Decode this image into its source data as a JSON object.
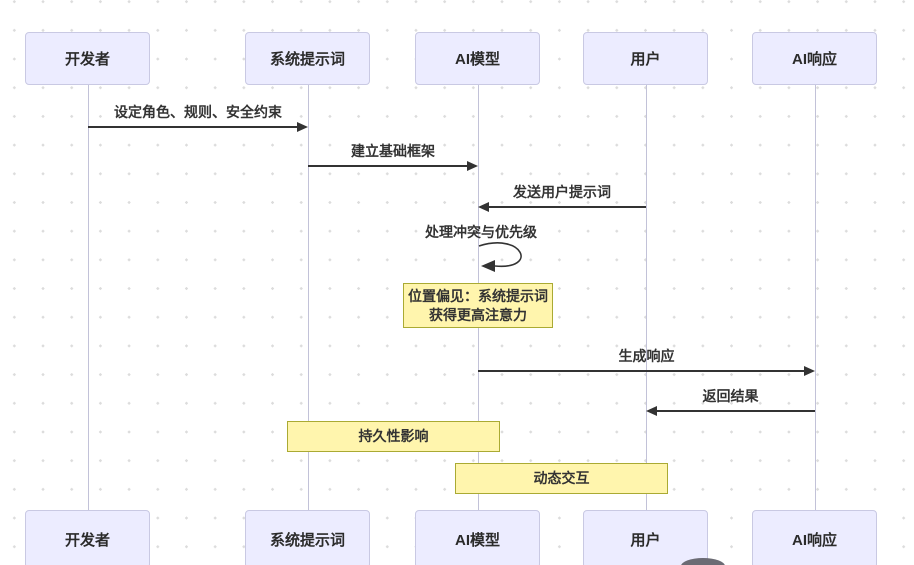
{
  "diagram": {
    "type": "sequence",
    "actors": [
      {
        "label": "开发者"
      },
      {
        "label": "系统提示词"
      },
      {
        "label": "AI模型"
      },
      {
        "label": "用户"
      },
      {
        "label": "AI响应"
      }
    ],
    "messages": [
      {
        "text": "设定角色、规则、安全约束",
        "from": "开发者",
        "to": "系统提示词",
        "direction": "right"
      },
      {
        "text": "建立基础框架",
        "from": "系统提示词",
        "to": "AI模型",
        "direction": "right"
      },
      {
        "text": "发送用户提示词",
        "from": "用户",
        "to": "AI模型",
        "direction": "left"
      },
      {
        "text": "处理冲突与优先级",
        "from": "AI模型",
        "to": "AI模型",
        "direction": "self"
      },
      {
        "text": "生成响应",
        "from": "AI模型",
        "to": "AI响应",
        "direction": "right"
      },
      {
        "text": "返回结果",
        "from": "AI响应",
        "to": "用户",
        "direction": "left"
      }
    ],
    "notes": [
      {
        "lines": [
          "位置偏见：系统提示词",
          "获得更高注意力"
        ],
        "over": "AI模型"
      },
      {
        "text": "持久性影响",
        "over": "系统提示词,AI模型"
      },
      {
        "text": "动态交互",
        "over": "AI模型,用户"
      }
    ],
    "colors": {
      "actor_fill": "#ECECFF",
      "actor_border": "#C9C9E3",
      "note_fill": "#FFF5AD",
      "note_border": "#AAAA33",
      "arrow": "#333333",
      "lifeline": "#C2C2D8",
      "grid_dot": "#DCDCDC",
      "background": "#FFFFFF"
    }
  }
}
